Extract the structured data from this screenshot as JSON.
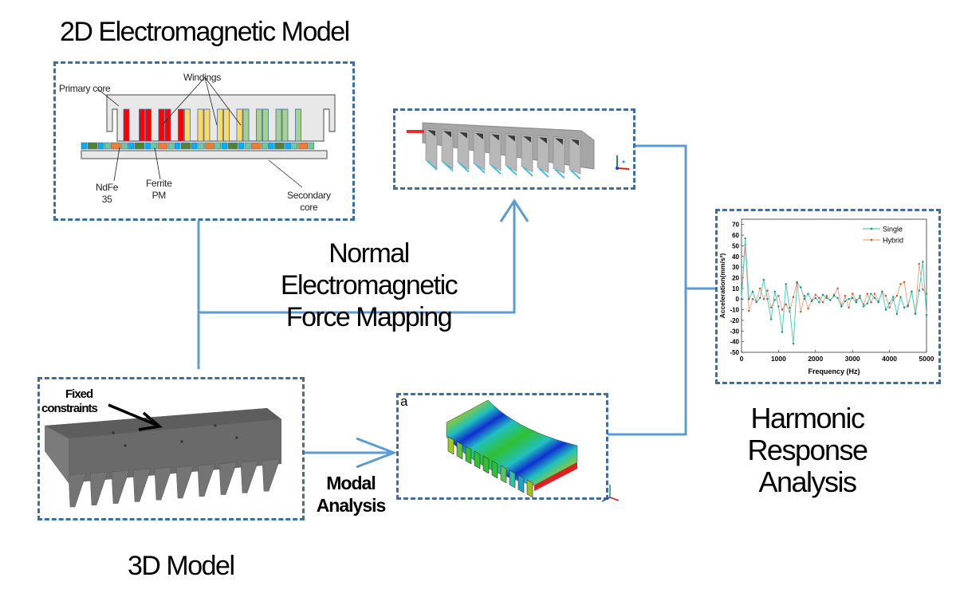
{
  "titles": {
    "em2d": "2D Electromagnetic Model",
    "model3d": "3D Model",
    "force_mapping": [
      "Normal",
      "Electromagnetic",
      "Force Mapping"
    ],
    "modal": [
      "Modal",
      "Analysis"
    ],
    "harmonic": [
      "Harmonic",
      "Response",
      "Analysis"
    ]
  },
  "em2d_labels": {
    "primary_core": "Primary core",
    "windings": "Windings",
    "ndfe": [
      "NdFe",
      "35"
    ],
    "ferrite": [
      "Ferrite",
      "PM"
    ],
    "secondary": [
      "Secondary",
      "core"
    ]
  },
  "model3d_labels": {
    "fixed": [
      "Fixed",
      "constraints"
    ]
  },
  "modal_box": {
    "panel_label": "a"
  },
  "colors": {
    "dash": "#3f6e9e",
    "connector": "#5b9bd5",
    "winding_red": "#ff0000",
    "winding_yellow": "#ffd966",
    "winding_green": "#a9d18e",
    "pm_blue": "#00b0f0",
    "pm_darkgreen": "#548235",
    "pm_orange": "#ed7d31",
    "pm_lightgreen": "#70c998",
    "single": "#4ecdc4",
    "hybrid": "#f4a582"
  },
  "chart_data": {
    "type": "line",
    "title": "",
    "xlabel": "Frequency (Hz)",
    "ylabel": "Acceleration(mm/s²)",
    "xlim": [
      0,
      5000
    ],
    "ylim": [
      -50,
      75
    ],
    "xticks": [
      0,
      1000,
      2000,
      3000,
      4000,
      5000
    ],
    "yticks": [
      -50,
      -40,
      -30,
      -20,
      -10,
      0,
      10,
      20,
      30,
      40,
      50,
      60,
      70
    ],
    "grid": false,
    "legend": "top-right",
    "x": [
      0,
      100,
      200,
      300,
      400,
      500,
      600,
      700,
      800,
      900,
      1000,
      1100,
      1200,
      1300,
      1400,
      1500,
      1600,
      1700,
      1800,
      1900,
      2000,
      2100,
      2200,
      2300,
      2400,
      2500,
      2600,
      2700,
      2800,
      2900,
      3000,
      3100,
      3200,
      3300,
      3400,
      3500,
      3600,
      3700,
      3800,
      3900,
      4000,
      4100,
      4200,
      4300,
      4400,
      4500,
      4600,
      4700,
      4800,
      4900,
      5000
    ],
    "series": [
      {
        "name": "Single",
        "values": [
          0,
          57,
          0,
          7,
          -3,
          1,
          18,
          0,
          -19,
          7,
          -7,
          -31,
          14,
          -8,
          -42,
          15,
          11,
          0,
          5,
          -2,
          1,
          -3,
          4,
          1,
          -1,
          3,
          1,
          -7,
          -2,
          0,
          1,
          -3,
          3,
          -7,
          -4,
          5,
          1,
          -3,
          7,
          -10,
          -4,
          2,
          -14,
          2,
          -8,
          -6,
          7,
          -14,
          8,
          35,
          -15
        ]
      },
      {
        "name": "Hybrid",
        "values": [
          0,
          51,
          -11,
          0,
          -2,
          10,
          0,
          8,
          -8,
          -1,
          3,
          -10,
          -5,
          -12,
          2,
          16,
          -12,
          3,
          -9,
          -1,
          4,
          1,
          -3,
          3,
          -1,
          4,
          10,
          -6,
          3,
          -8,
          5,
          -1,
          1,
          -5,
          5,
          -3,
          5,
          -2,
          6,
          3,
          -8,
          -1,
          3,
          14,
          16,
          -7,
          7,
          -13,
          33,
          9,
          5
        ]
      }
    ]
  }
}
